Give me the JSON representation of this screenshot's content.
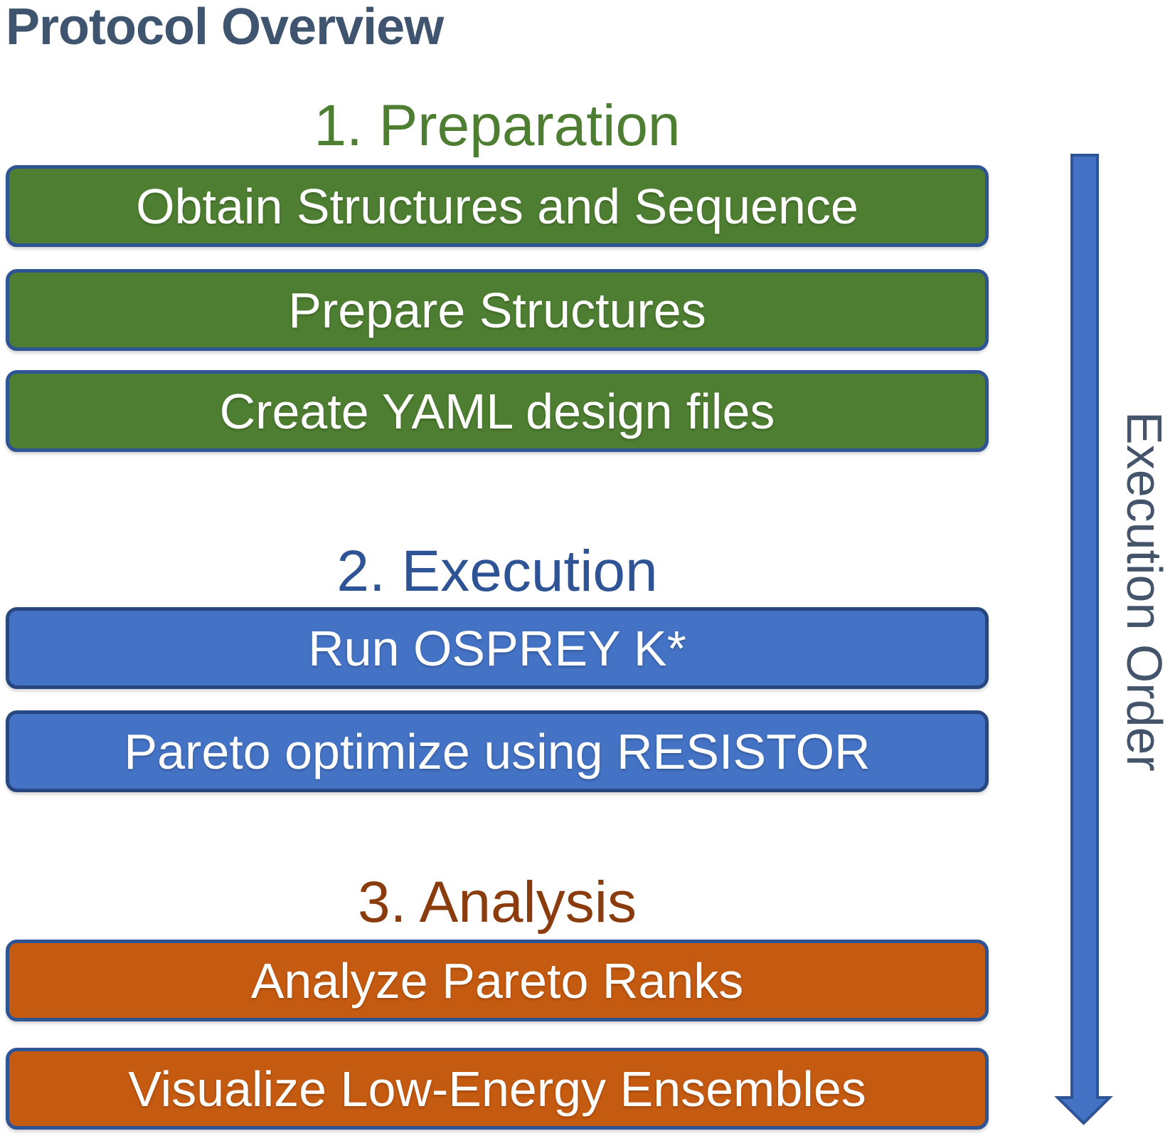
{
  "title": "Protocol Overview",
  "sections": [
    {
      "label": "1. Preparation",
      "boxes": [
        "Obtain Structures and Sequence",
        "Prepare Structures",
        "Create YAML design files"
      ]
    },
    {
      "label": "2. Execution",
      "boxes": [
        "Run OSPREY K*",
        "Pareto optimize using RESISTOR"
      ]
    },
    {
      "label": "3. Analysis",
      "boxes": [
        "Analyze Pareto Ranks",
        "Visualize Low-Energy Ensembles"
      ]
    }
  ],
  "arrow": {
    "label": "Execution Order"
  },
  "colors": {
    "title_text": "#3F546E",
    "preparation_header_text": "#4E7E31",
    "preparation_box_fill": "#4E7E31",
    "execution_header_text": "#2F5496",
    "execution_box_fill": "#4472C4",
    "analysis_header_text": "#8B3C0E",
    "analysis_box_fill": "#C55A11",
    "box_border": "#2E5494",
    "box_text": "#FFFFFF",
    "arrow_fill": "#4472C4",
    "arrow_border": "#2F5496",
    "arrow_label_text": "#44546A"
  }
}
